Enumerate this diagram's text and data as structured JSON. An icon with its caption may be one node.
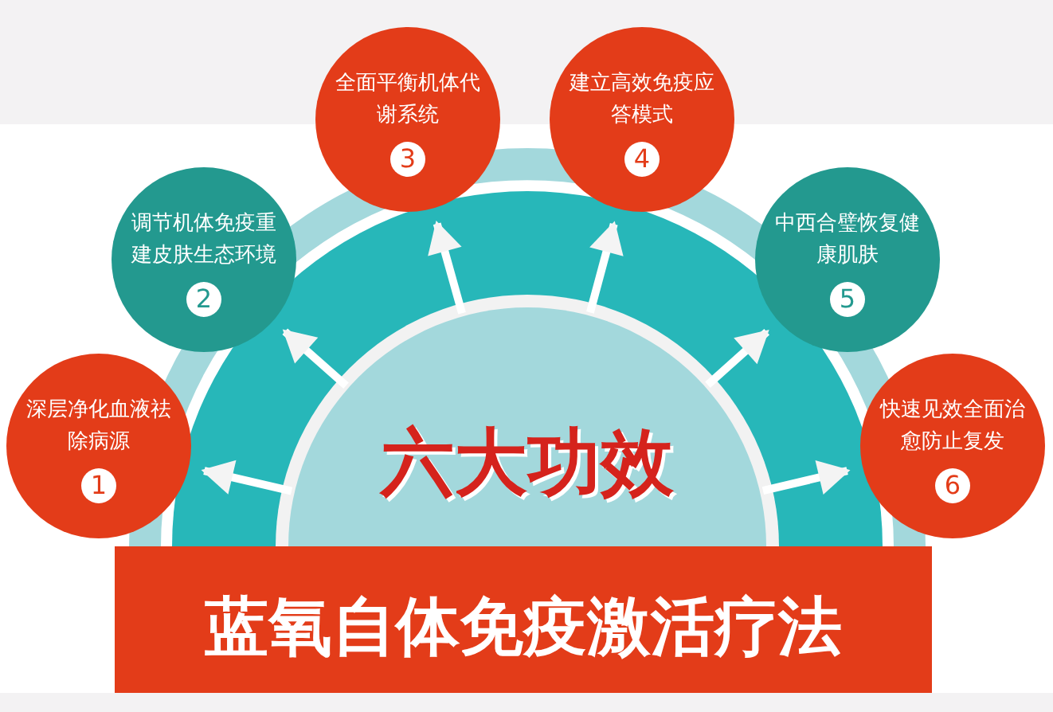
{
  "diagram": {
    "nodes": [
      {
        "text": [
          "六大功效"
        ]
      },
      {
        "text": [
          "深层净化血液祛除病源",
          "1"
        ]
      },
      {
        "text": [
          "调节机体免疫重建皮肤生态环境",
          "2"
        ]
      },
      {
        "text": [
          "全面平衡机体代谢系统",
          "3"
        ]
      },
      {
        "text": [
          "建立高效免疫应答模式",
          "4"
        ]
      },
      {
        "text": [
          "中西合璧恢复健康肌肤",
          "5"
        ]
      },
      {
        "text": [
          "快速见效全面治愈防止复发",
          "6"
        ]
      },
      {
        "text": [
          "蓝氧自体免疫激活疗法"
        ]
      }
    ],
    "edges": [
      {
        "from": 0,
        "to": 1,
        "arrow": "to"
      },
      {
        "from": 0,
        "to": 2,
        "arrow": "to"
      },
      {
        "from": 0,
        "to": 3,
        "arrow": "to"
      },
      {
        "from": 0,
        "to": 4,
        "arrow": "to"
      },
      {
        "from": 0,
        "to": 5,
        "arrow": "to"
      },
      {
        "from": 0,
        "to": 6,
        "arrow": "to"
      }
    ]
  }
}
